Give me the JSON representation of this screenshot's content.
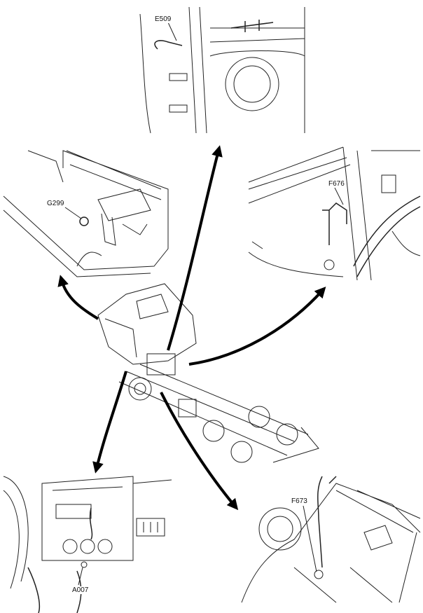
{
  "diagram": {
    "callouts": [
      {
        "id": "E509"
      },
      {
        "id": "G299"
      },
      {
        "id": "F676"
      },
      {
        "id": "A007"
      },
      {
        "id": "F673"
      }
    ]
  }
}
